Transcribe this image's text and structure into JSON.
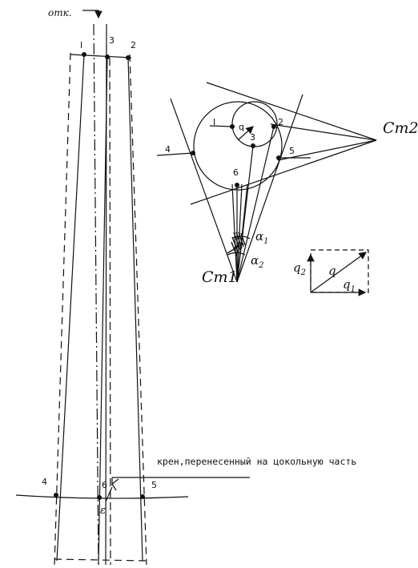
{
  "labels": {
    "otk": "отк.",
    "top_1": "I",
    "top_3": "3",
    "top_2": "2",
    "bottom_4": "4",
    "bottom_6": "6",
    "bottom_5": "5",
    "epsilon": "ε",
    "caption": "крен,перенесенный на цокольную часть",
    "circle_1": "I",
    "circle_q": "q",
    "circle_3": "3",
    "circle_2": "2",
    "circle_4": "4",
    "circle_5": "5",
    "circle_6": "6",
    "ct1": "Ст1",
    "ct2": "Ст2",
    "alpha1": "α",
    "alpha1_sub": "1",
    "alpha2": "α",
    "alpha2_sub": "2",
    "vec_q": "q",
    "vec_q1": "q",
    "vec_q1_sub": "1",
    "vec_q2": "q",
    "vec_q2_sub": "2"
  },
  "colors": {
    "ink": "#111111",
    "paper": "#ffffff"
  }
}
